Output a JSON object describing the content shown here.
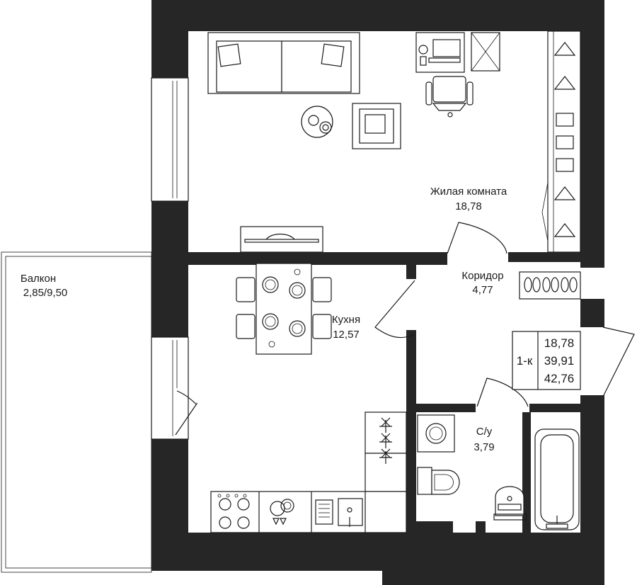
{
  "rooms": {
    "living": {
      "name": "Жилая комната",
      "area": "18,78"
    },
    "corridor": {
      "name": "Коридор",
      "area": "4,77"
    },
    "kitchen": {
      "name": "Кухня",
      "area": "12,57"
    },
    "bathroom": {
      "name": "С/у",
      "area": "3,79"
    },
    "balcony": {
      "name": "Балкон",
      "area": "2,85/9,50"
    }
  },
  "summary": {
    "type": "1-к",
    "living_area": "18,78",
    "total_area": "39,91",
    "total_with_balcony": "42,76"
  },
  "colors": {
    "wall": "#262626",
    "line": "#1a1a1a",
    "background": "#ffffff"
  }
}
